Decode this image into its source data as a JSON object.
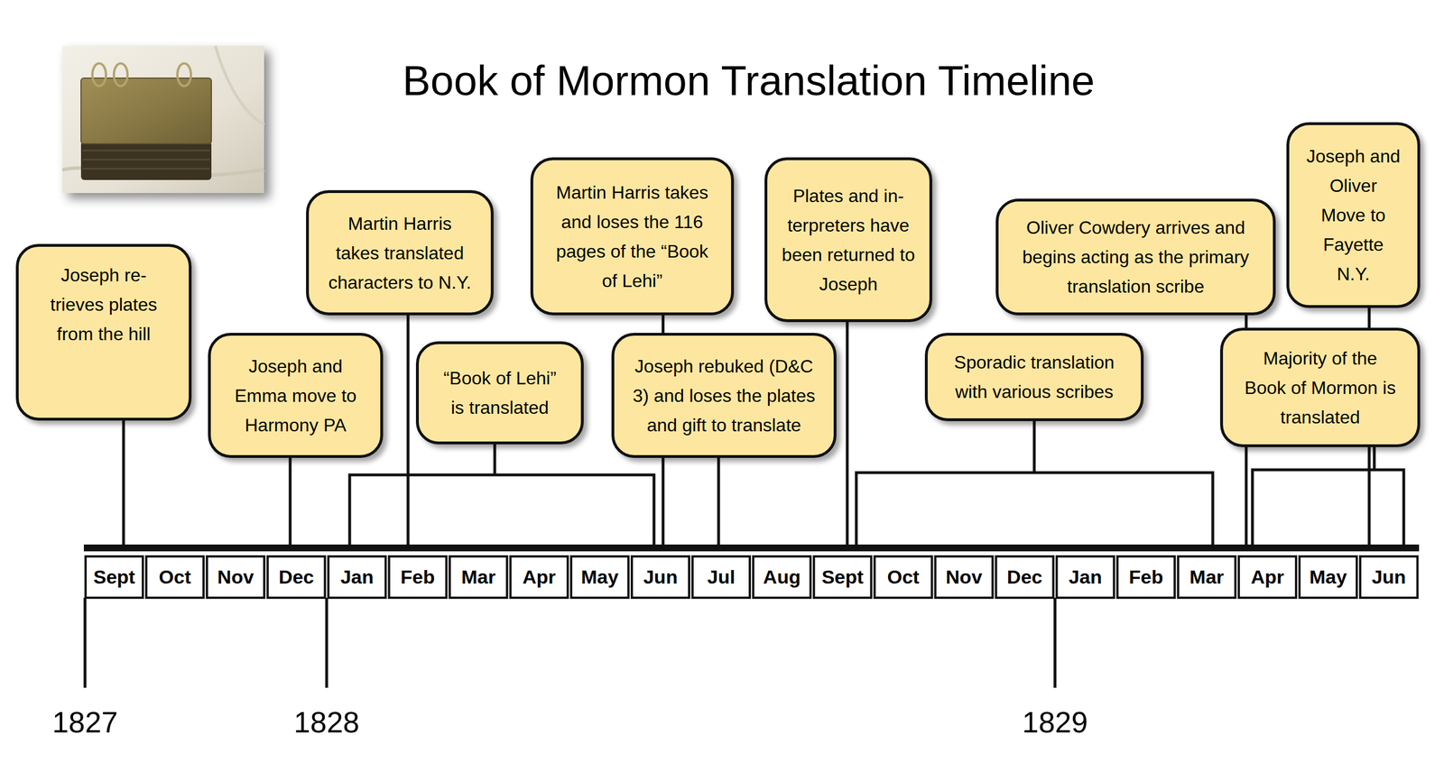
{
  "diagram": {
    "title": "Book of Mormon Translation Timeline",
    "nodes": [
      {
        "text": [
          "Joseph re- trieves plates from the hill"
        ]
      },
      {
        "text": [
          "Joseph and Emma move to Harmony PA"
        ]
      },
      {
        "text": [
          "Martin Harris takes translated characters to N.Y."
        ]
      },
      {
        "text": [
          "“Book of Lehi” is translated"
        ]
      },
      {
        "text": [
          "Martin Harris takes and loses the 116 pages of the “Book of Lehi”"
        ]
      },
      {
        "text": [
          "Joseph rebuked (D&C 3) and loses the plates and gift to translate"
        ]
      },
      {
        "text": [
          "Plates and in- terpreters have been returned to Joseph"
        ]
      },
      {
        "text": [
          "Sporadic translation with various scribes"
        ]
      },
      {
        "text": [
          "Oliver Cowdery arrives and begins acting as the primary translation scribe"
        ]
      },
      {
        "text": [
          "Joseph and Oliver Move to Fayette N.Y."
        ]
      },
      {
        "text": [
          "Majority of the Book of Mormon is translated"
        ]
      }
    ],
    "labels": [
      "Sept",
      "Oct",
      "Nov",
      "Dec",
      "Jan",
      "Feb",
      "Mar",
      "Apr",
      "May",
      "Jun",
      "Jul",
      "Aug",
      "Sept",
      "Oct",
      "Nov",
      "Dec",
      "Jan",
      "Feb",
      "Mar",
      "Apr",
      "May",
      "Jun",
      "1827",
      "1828",
      "1829"
    ]
  }
}
